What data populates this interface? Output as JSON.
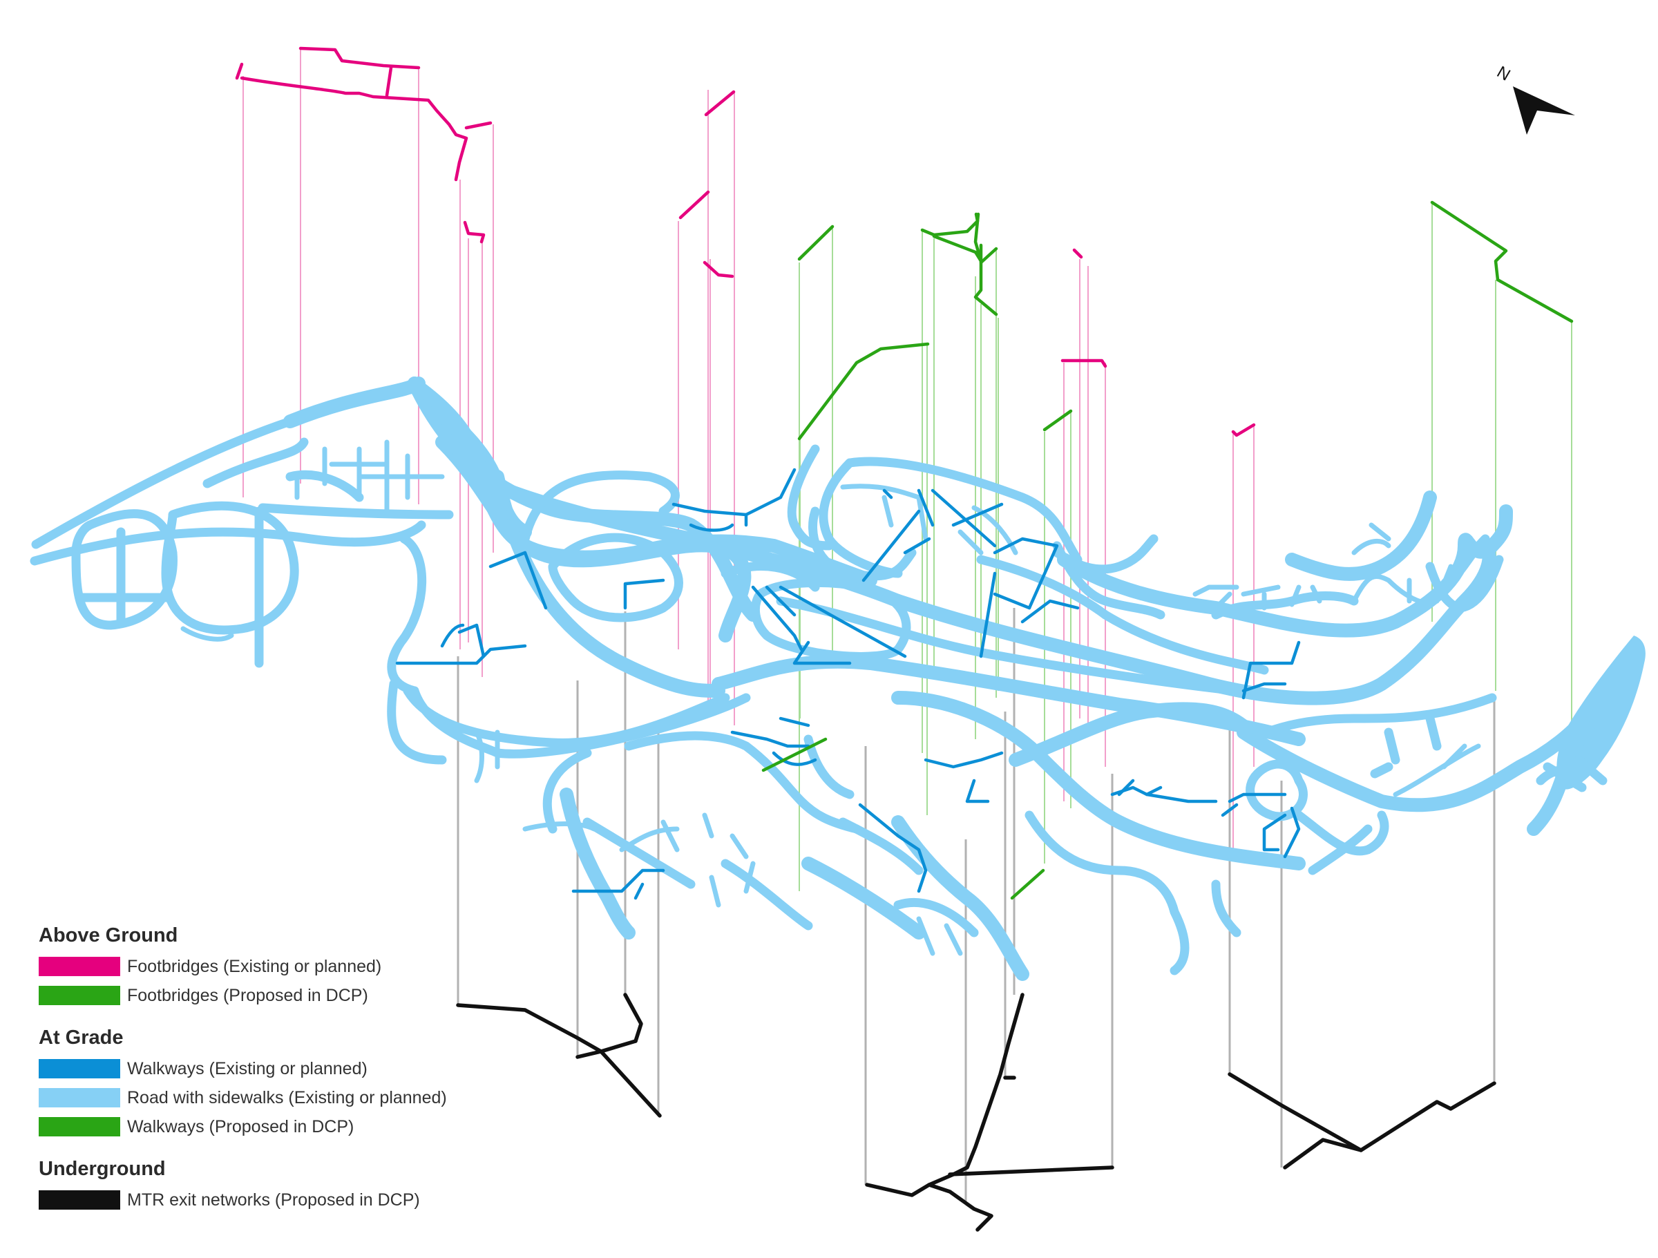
{
  "legend": {
    "sections": [
      {
        "heading": "Above Ground",
        "items": [
          {
            "label": "Footbridges (Existing or planned)",
            "color": "#e5007e"
          },
          {
            "label": "Footbridges (Proposed in DCP)",
            "color": "#2aa515"
          }
        ]
      },
      {
        "heading": "At Grade",
        "items": [
          {
            "label": "Walkways (Existing or planned)",
            "color": "#0b8fd6"
          },
          {
            "label": "Road with sidewalks (Existing or planned)",
            "color": "#86d0f5"
          },
          {
            "label": "Walkways (Proposed in DCP)",
            "color": "#2aa515"
          }
        ]
      },
      {
        "heading": "Underground",
        "items": [
          {
            "label": "MTR exit networks (Proposed in DCP)",
            "color": "#111111"
          }
        ]
      }
    ]
  },
  "north_arrow": {
    "label": "N",
    "icon": "north-arrow-icon"
  },
  "colors": {
    "footbridge_existing": "#e5007e",
    "footbridge_dcp": "#2aa515",
    "walkway_existing": "#0b8fd6",
    "road": "#86d0f5",
    "walkway_dcp": "#2aa515",
    "mtr": "#111111"
  }
}
